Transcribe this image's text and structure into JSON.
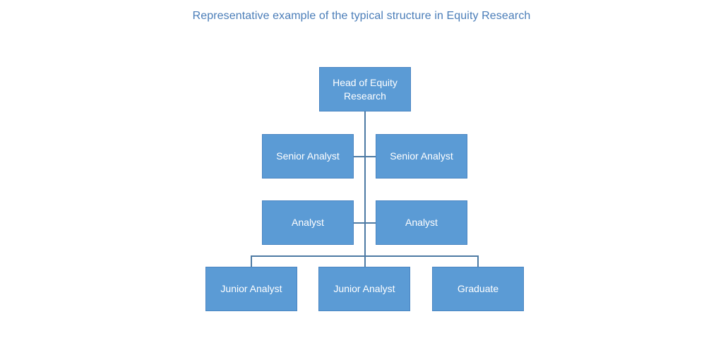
{
  "title": "Representative example of the typical structure in Equity Research",
  "org_chart": {
    "nodes": {
      "head": {
        "label": "Head of Equity Research",
        "level": 1
      },
      "senior_left": {
        "label": "Senior Analyst",
        "level": 2
      },
      "senior_right": {
        "label": "Senior Analyst",
        "level": 2
      },
      "analyst_left": {
        "label": "Analyst",
        "level": 3
      },
      "analyst_right": {
        "label": "Analyst",
        "level": 3
      },
      "junior_left": {
        "label": "Junior Analyst",
        "level": 4
      },
      "junior_middle": {
        "label": "Junior Analyst",
        "level": 4
      },
      "graduate": {
        "label": "Graduate",
        "level": 4
      }
    },
    "hierarchy": {
      "root": "Head of Equity Research",
      "levels": [
        [
          "Head of Equity Research"
        ],
        [
          "Senior Analyst",
          "Senior Analyst"
        ],
        [
          "Analyst",
          "Analyst"
        ],
        [
          "Junior Analyst",
          "Junior Analyst",
          "Graduate"
        ]
      ]
    }
  },
  "colors": {
    "background": "#ffffff",
    "box_fill": "#5b9bd5",
    "box_border": "#4a85c2",
    "box_text": "#ffffff",
    "connector": "#4d7aa3",
    "title_text": "#4a7db8"
  }
}
